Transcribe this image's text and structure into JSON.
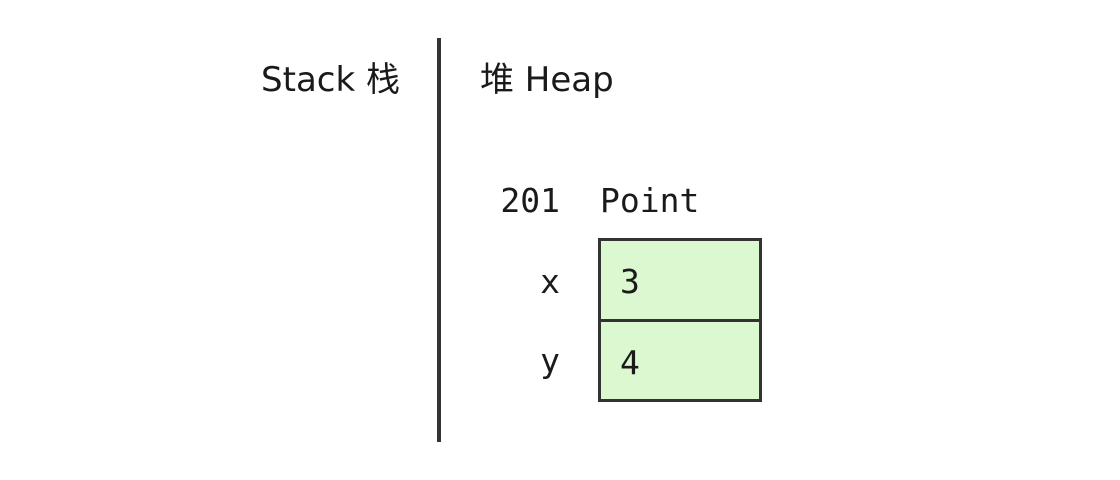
{
  "stack": {
    "label": "Stack 栈"
  },
  "heap": {
    "label": "堆 Heap",
    "object": {
      "address": "201",
      "type": "Point",
      "fields": [
        {
          "name": "x",
          "value": "3"
        },
        {
          "name": "y",
          "value": "4"
        }
      ]
    }
  },
  "colors": {
    "cell_fill": "#dcf8d0",
    "border": "#333333"
  }
}
